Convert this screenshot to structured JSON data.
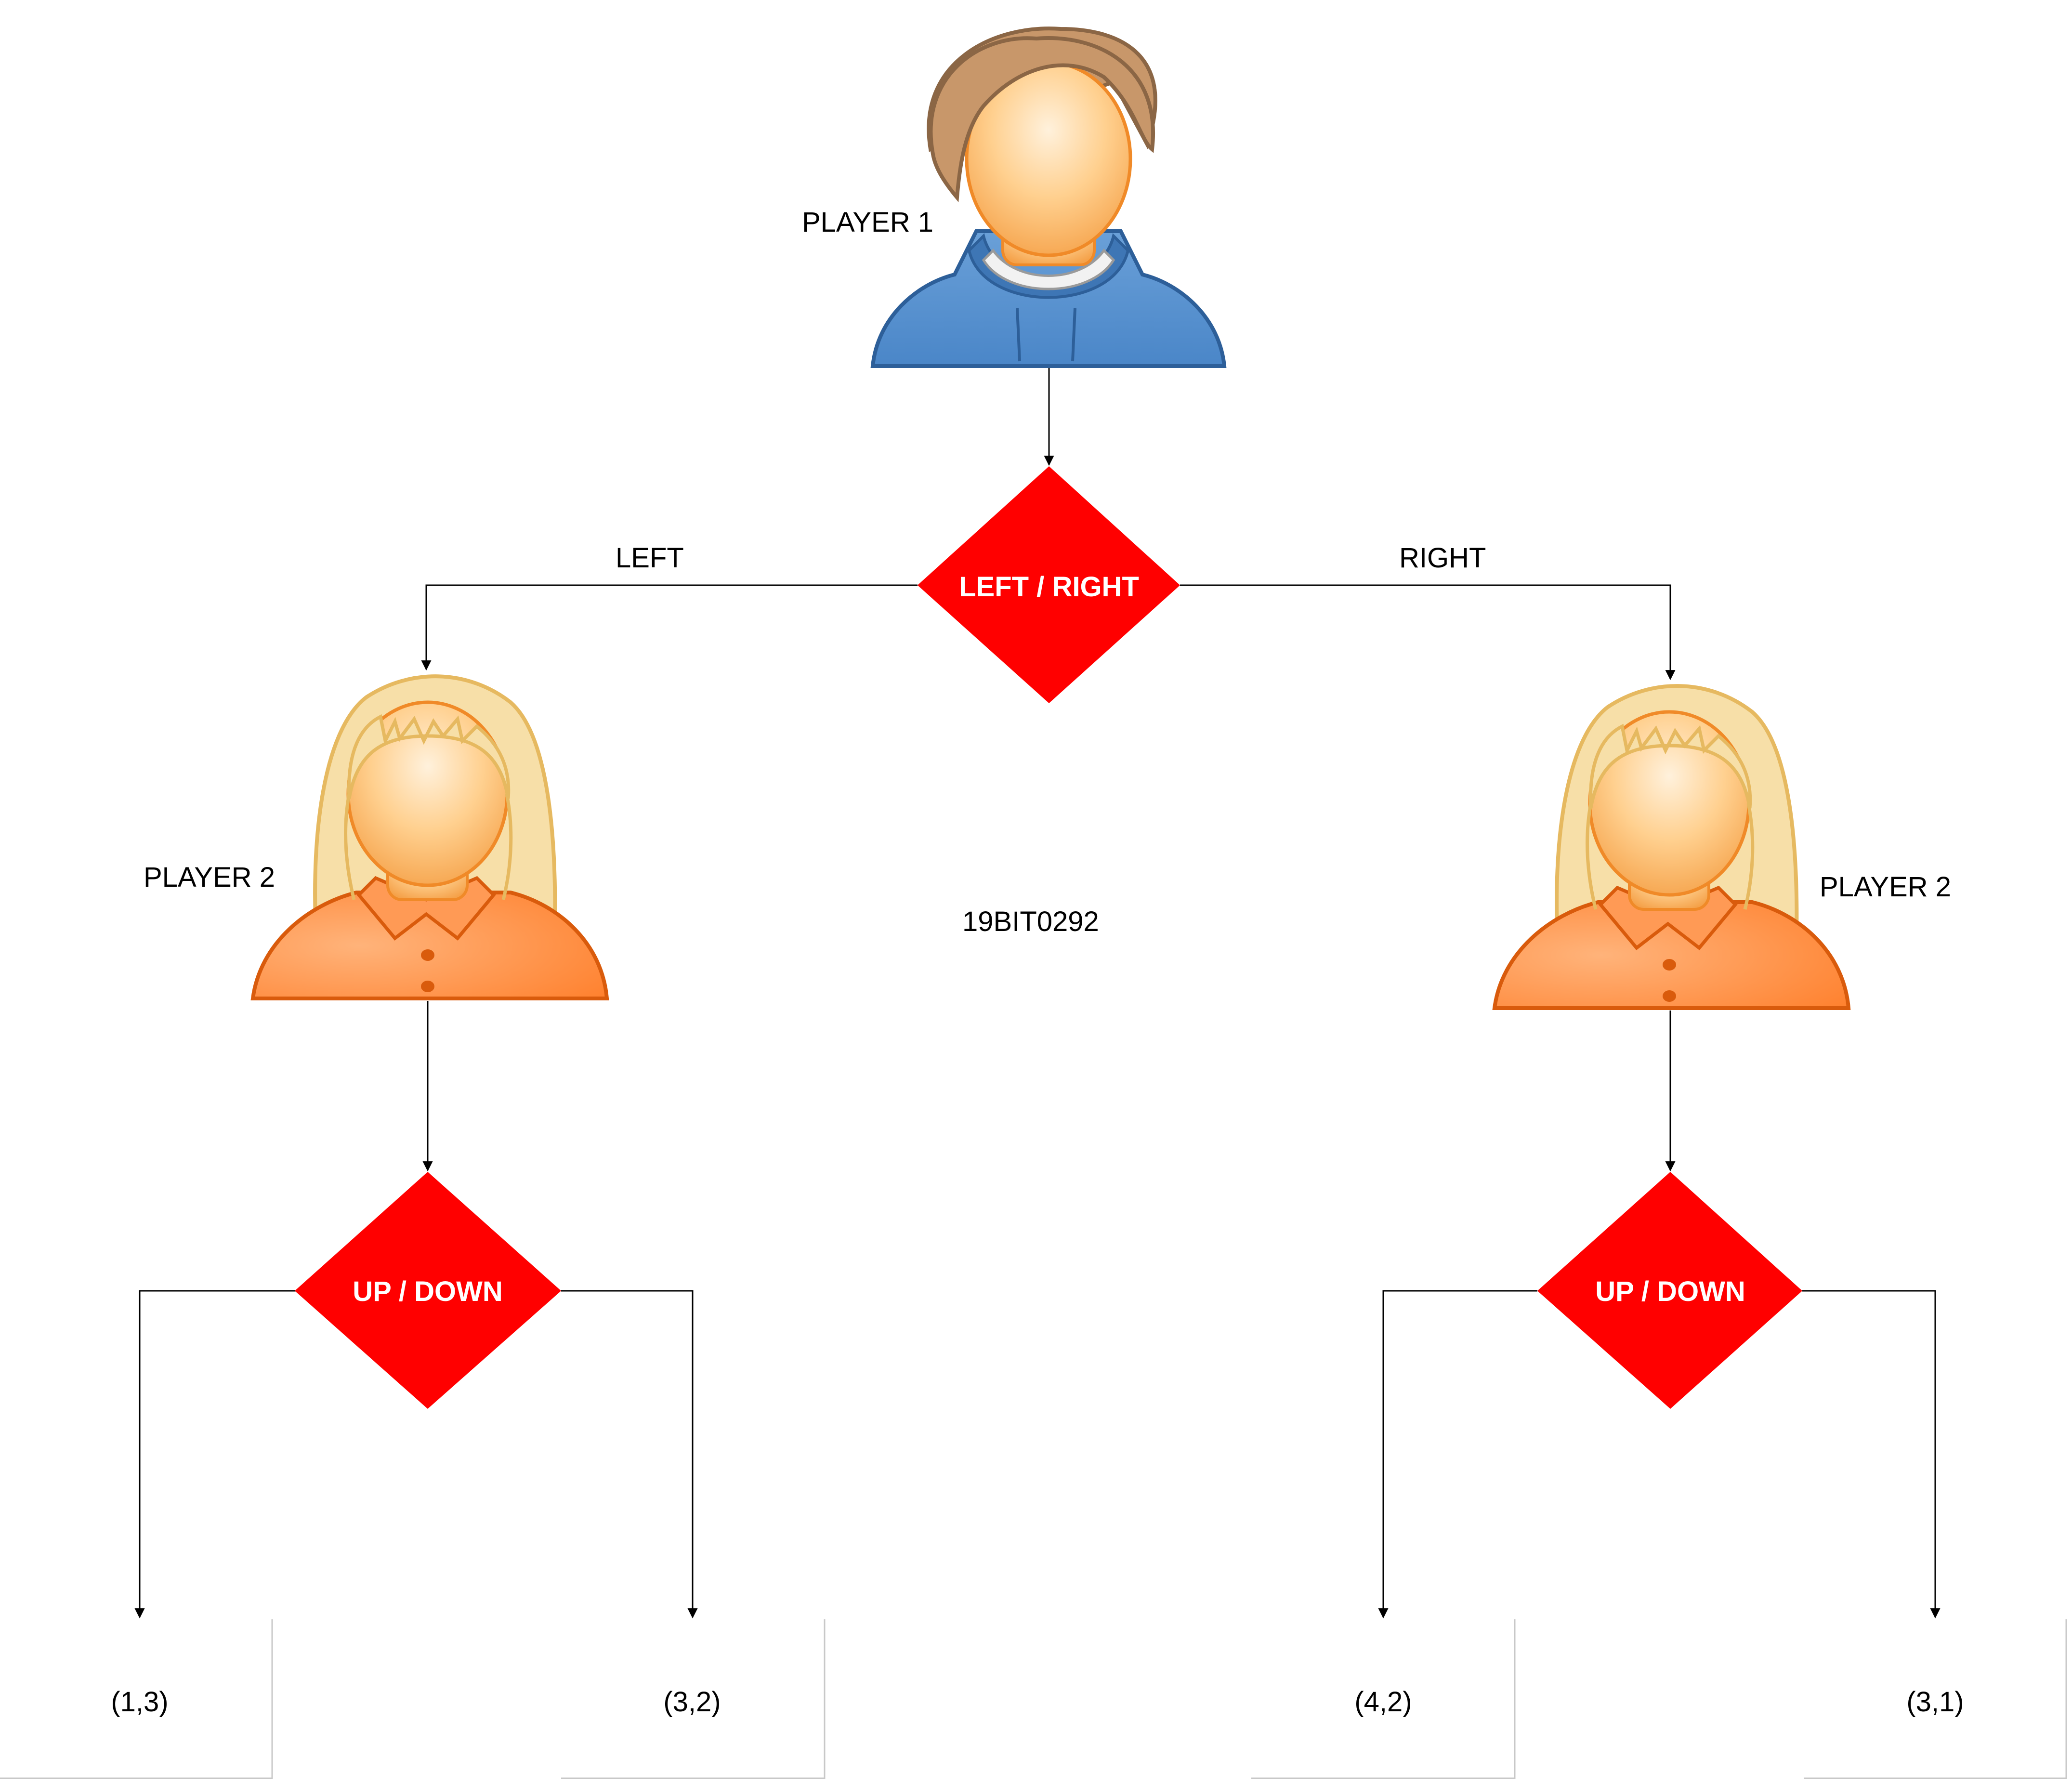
{
  "player1": {
    "label": "PLAYER 1"
  },
  "player2_left": {
    "label": "PLAYER 2"
  },
  "player2_right": {
    "label": "PLAYER 2"
  },
  "root_decision": {
    "label": "LEFT / RIGHT"
  },
  "edges": {
    "left": "LEFT",
    "right": "RIGHT"
  },
  "left_decision": {
    "label": "UP / DOWN"
  },
  "right_decision": {
    "label": "UP / DOWN"
  },
  "id_text": "19BIT0292",
  "payoffs": [
    "(1,3)",
    "(3,2)",
    "(4,2)",
    "(3,1)"
  ],
  "colors": {
    "decision_fill": "#ff0000",
    "line": "#000000",
    "hoodie": "#5590cc",
    "hair_male": "#c8976a",
    "shirt_female": "#ff8c42",
    "hair_female": "#f5dca0",
    "skin": "#ffc27a"
  }
}
